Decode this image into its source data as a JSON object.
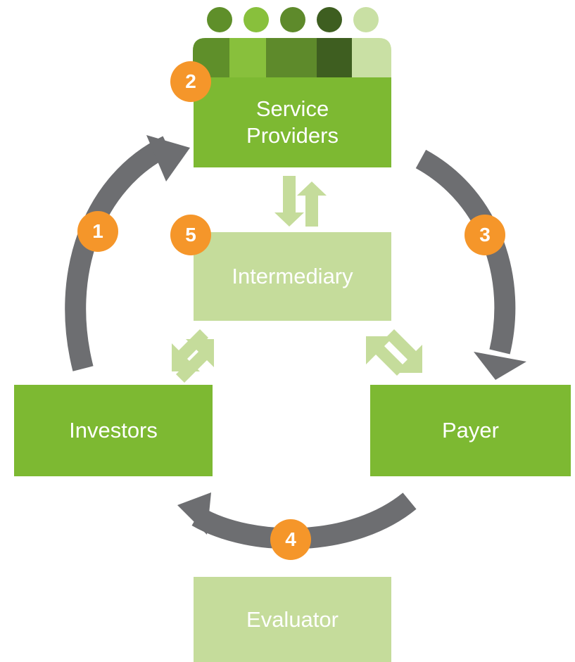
{
  "nodes": {
    "service_providers": {
      "label": "Service\nProviders"
    },
    "intermediary": {
      "label": "Intermediary"
    },
    "investors": {
      "label": "Investors"
    },
    "payer": {
      "label": "Payer"
    },
    "evaluator": {
      "label": "Evaluator"
    }
  },
  "steps": [
    "1",
    "2",
    "3",
    "4",
    "5"
  ],
  "colors": {
    "primary_green": "#7db932",
    "light_green": "#c5dc9b",
    "arrow_gray": "#6d6e71",
    "badge_orange": "#f5962a",
    "people": [
      "#5f8f2a",
      "#88c03c",
      "#5e8a2b",
      "#3e5e20",
      "#c9e0a4"
    ]
  },
  "icons": {
    "people_group": "people-group-icon",
    "exchange": "exchange-arrows-icon",
    "flow_arrow": "curved-flow-arrow"
  }
}
